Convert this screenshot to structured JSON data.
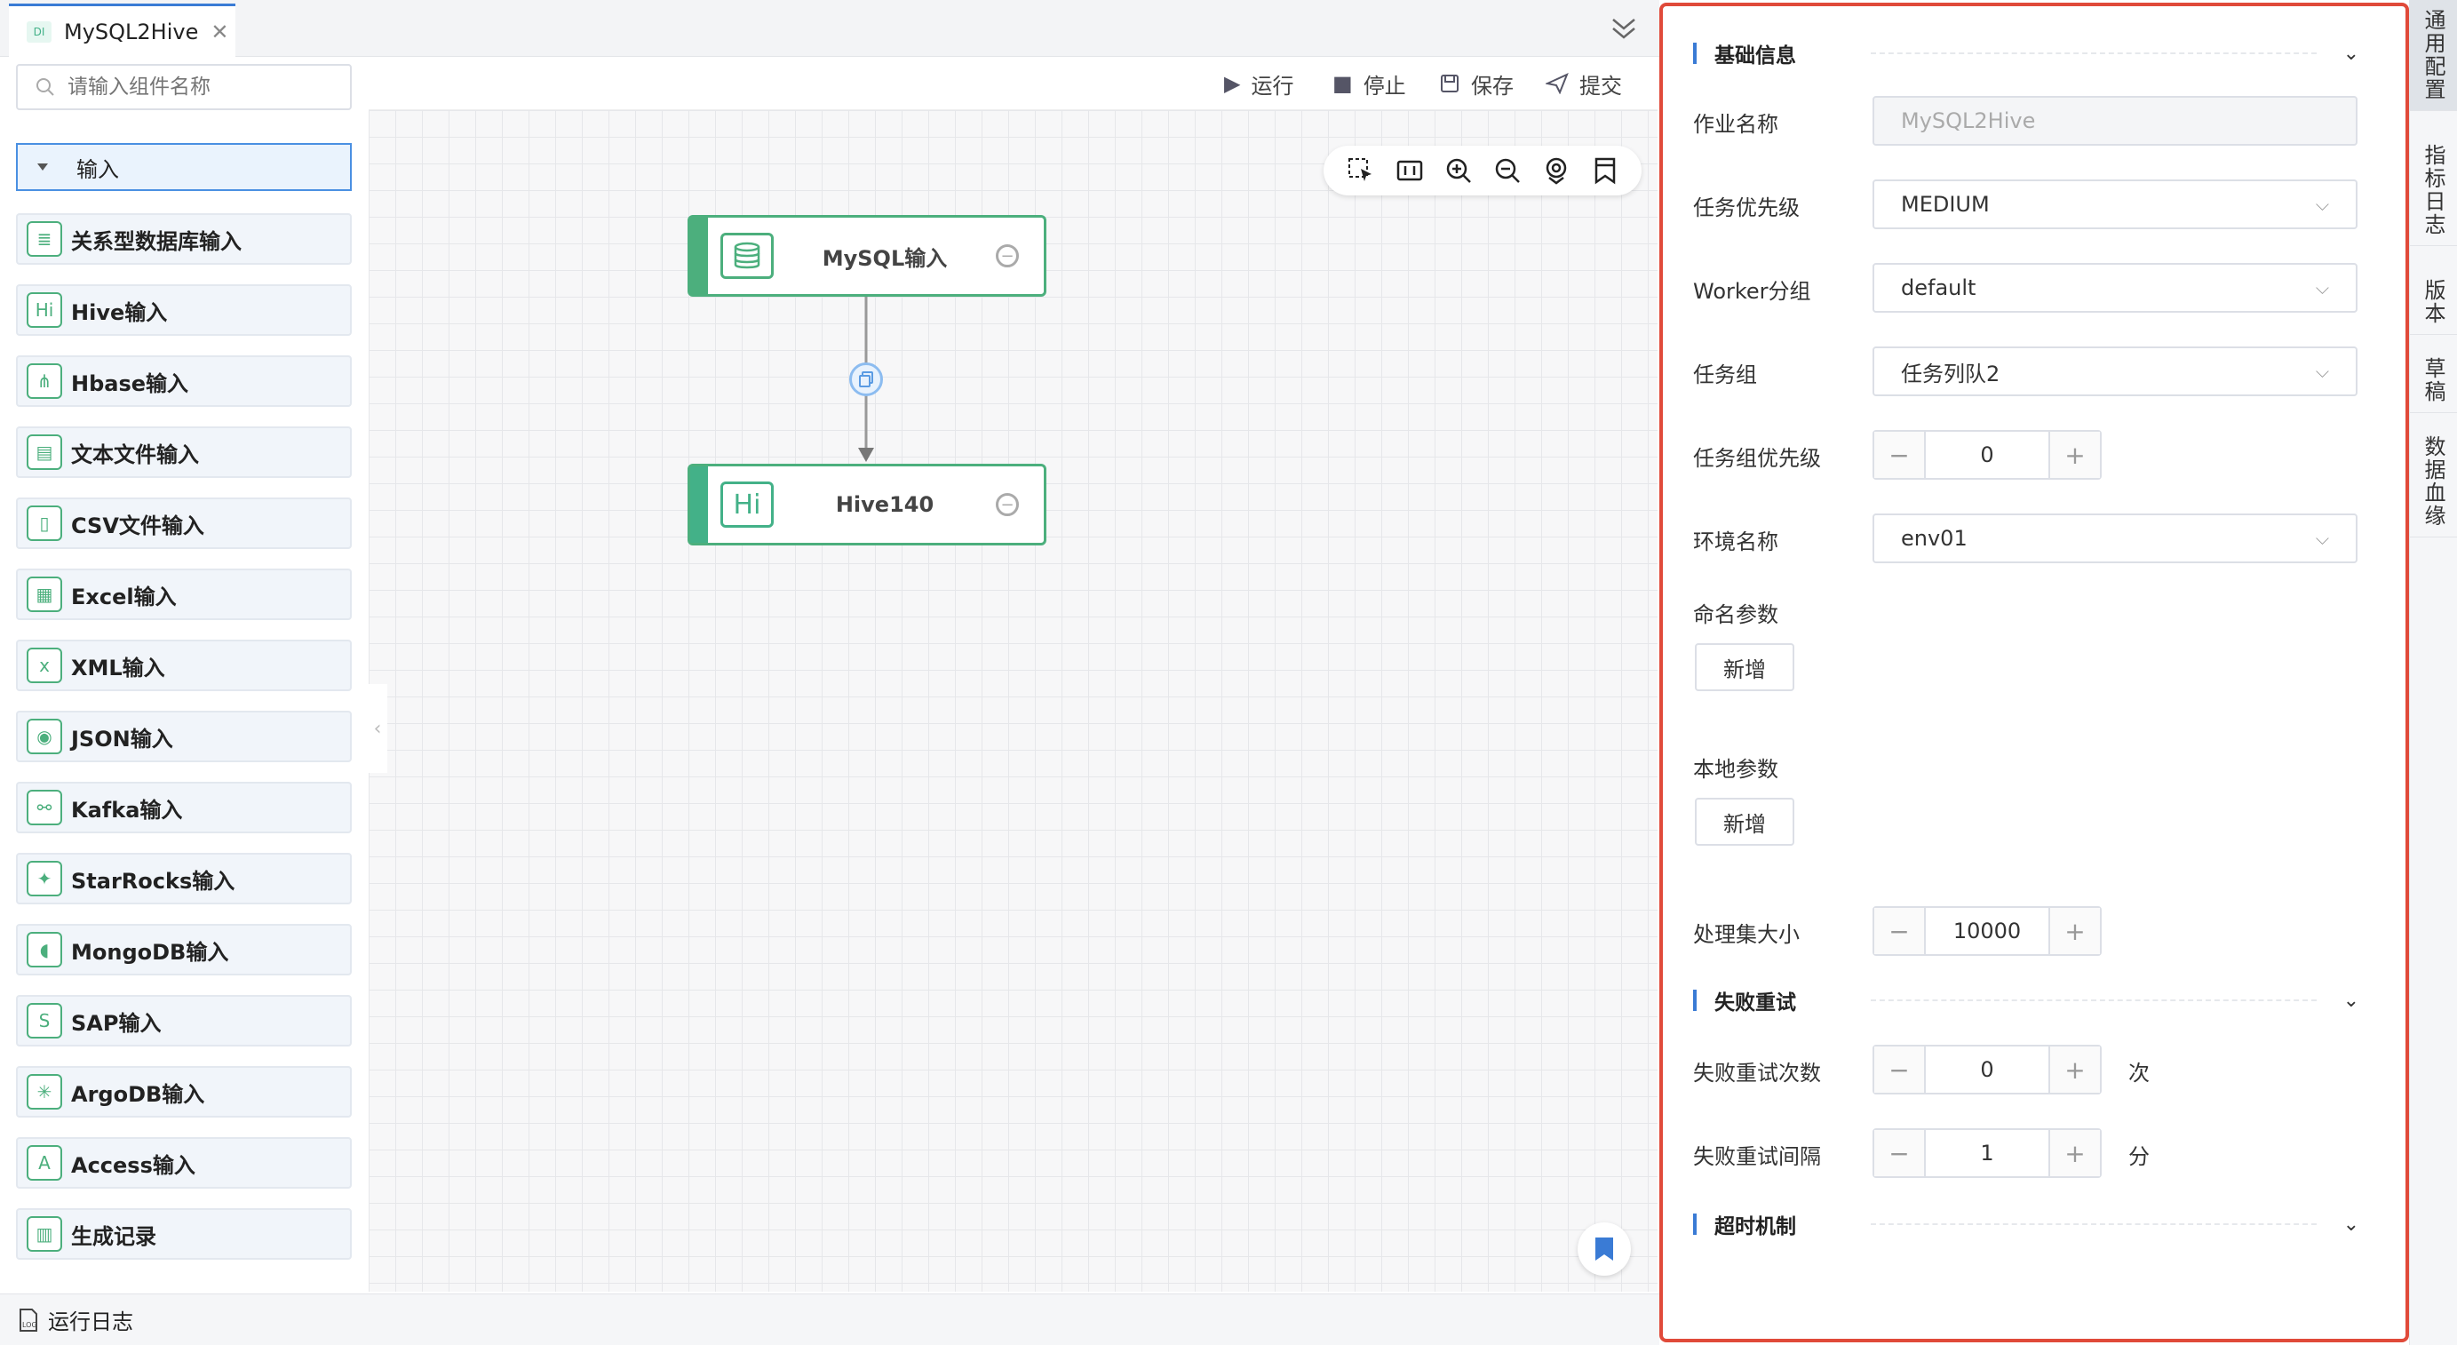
{
  "tab": {
    "badge": "DI",
    "title": "MySQL2Hive"
  },
  "palette": {
    "search_placeholder": "请输入组件名称",
    "group_label": "输入",
    "items": [
      {
        "label": "关系型数据库输入",
        "icon": "database-icon"
      },
      {
        "label": "Hive输入",
        "icon": "hive-icon"
      },
      {
        "label": "Hbase输入",
        "icon": "hbase-icon"
      },
      {
        "label": "文本文件输入",
        "icon": "text-file-icon"
      },
      {
        "label": "CSV文件输入",
        "icon": "csv-file-icon"
      },
      {
        "label": "Excel输入",
        "icon": "excel-icon"
      },
      {
        "label": "XML输入",
        "icon": "xml-icon"
      },
      {
        "label": "JSON输入",
        "icon": "json-icon"
      },
      {
        "label": "Kafka输入",
        "icon": "kafka-icon"
      },
      {
        "label": "StarRocks输入",
        "icon": "starrocks-icon"
      },
      {
        "label": "MongoDB输入",
        "icon": "mongodb-icon"
      },
      {
        "label": "SAP输入",
        "icon": "sap-icon"
      },
      {
        "label": "ArgoDB输入",
        "icon": "argodb-icon"
      },
      {
        "label": "Access输入",
        "icon": "access-icon"
      },
      {
        "label": "生成记录",
        "icon": "generate-record-icon"
      }
    ]
  },
  "toolbar": {
    "run": "运行",
    "stop": "停止",
    "save": "保存",
    "submit": "提交"
  },
  "nodes": {
    "source": "MySQL输入",
    "target": "Hive140"
  },
  "bottom": {
    "run_log": "运行日志"
  },
  "panel": {
    "basic_section": "基础信息",
    "job_name_label": "作业名称",
    "job_name_value": "MySQL2Hive",
    "priority_label": "任务优先级",
    "priority_value": "MEDIUM",
    "worker_label": "Worker分组",
    "worker_value": "default",
    "task_group_label": "任务组",
    "task_group_value": "任务列队2",
    "task_group_priority_label": "任务组优先级",
    "task_group_priority_value": "0",
    "env_label": "环境名称",
    "env_value": "env01",
    "named_params_label": "命名参数",
    "local_params_label": "本地参数",
    "add_label": "新增",
    "batch_size_label": "处理集大小",
    "batch_size_value": "10000",
    "retry_section": "失败重试",
    "retry_count_label": "失败重试次数",
    "retry_count_value": "0",
    "retry_count_unit": "次",
    "retry_interval_label": "失败重试间隔",
    "retry_interval_value": "1",
    "retry_interval_unit": "分",
    "timeout_section": "超时机制"
  },
  "vtabs": [
    "通用配置",
    "指标日志",
    "版本",
    "草稿",
    "数据血缘"
  ],
  "colors": {
    "accent": "#3a7bd5",
    "node_green": "#4caf7d",
    "panel_border": "#e04a3a"
  }
}
